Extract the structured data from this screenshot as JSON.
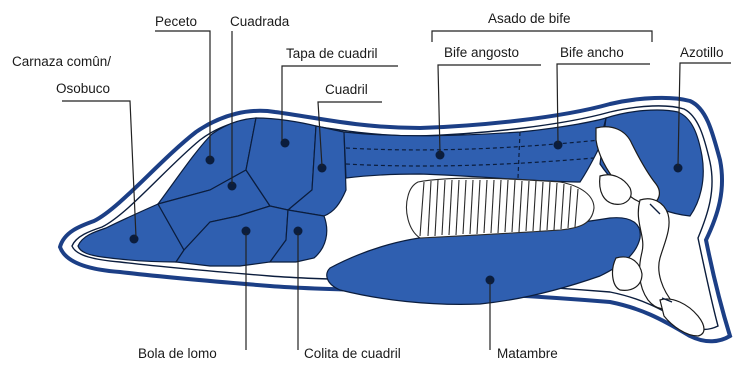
{
  "diagram": {
    "colors": {
      "cut_fill": "#2f5fb0",
      "outline": "#1c3f86",
      "dark_line": "#0b1d3d",
      "background": "#ffffff"
    },
    "labels": {
      "carnaza_line1": "Carnaza comûn/",
      "carnaza_line2": "Osobuco",
      "peceto": "Peceto",
      "cuadrada": "Cuadrada",
      "tapa_de_cuadril": "Tapa de cuadril",
      "cuadril": "Cuadril",
      "asado_de_bife": "Asado de bife",
      "bife_angosto": "Bife angosto",
      "bife_ancho": "Bife ancho",
      "azotillo": "Azotillo",
      "bola_de_lomo": "Bola de lomo",
      "colita_de_cuadril": "Colita de cuadril",
      "matambre": "Matambre"
    }
  }
}
